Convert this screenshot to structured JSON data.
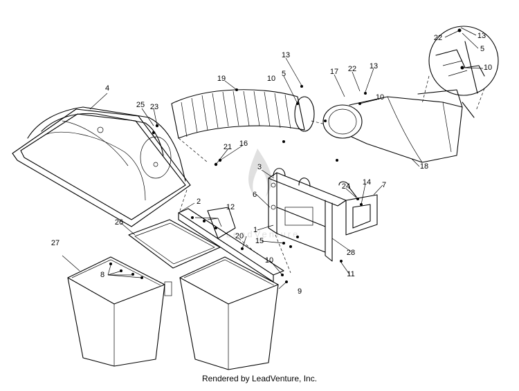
{
  "callouts": [
    "1",
    "2",
    "3",
    "4",
    "5",
    "6",
    "7",
    "8",
    "9",
    "10",
    "11",
    "12",
    "13",
    "14",
    "15",
    "16",
    "17",
    "18",
    "19",
    "20",
    "21",
    "22",
    "23",
    "24",
    "25",
    "26",
    "27",
    "28"
  ],
  "footer": "Rendered by LeadVenture, Inc.",
  "watermark": "LeadVenture"
}
